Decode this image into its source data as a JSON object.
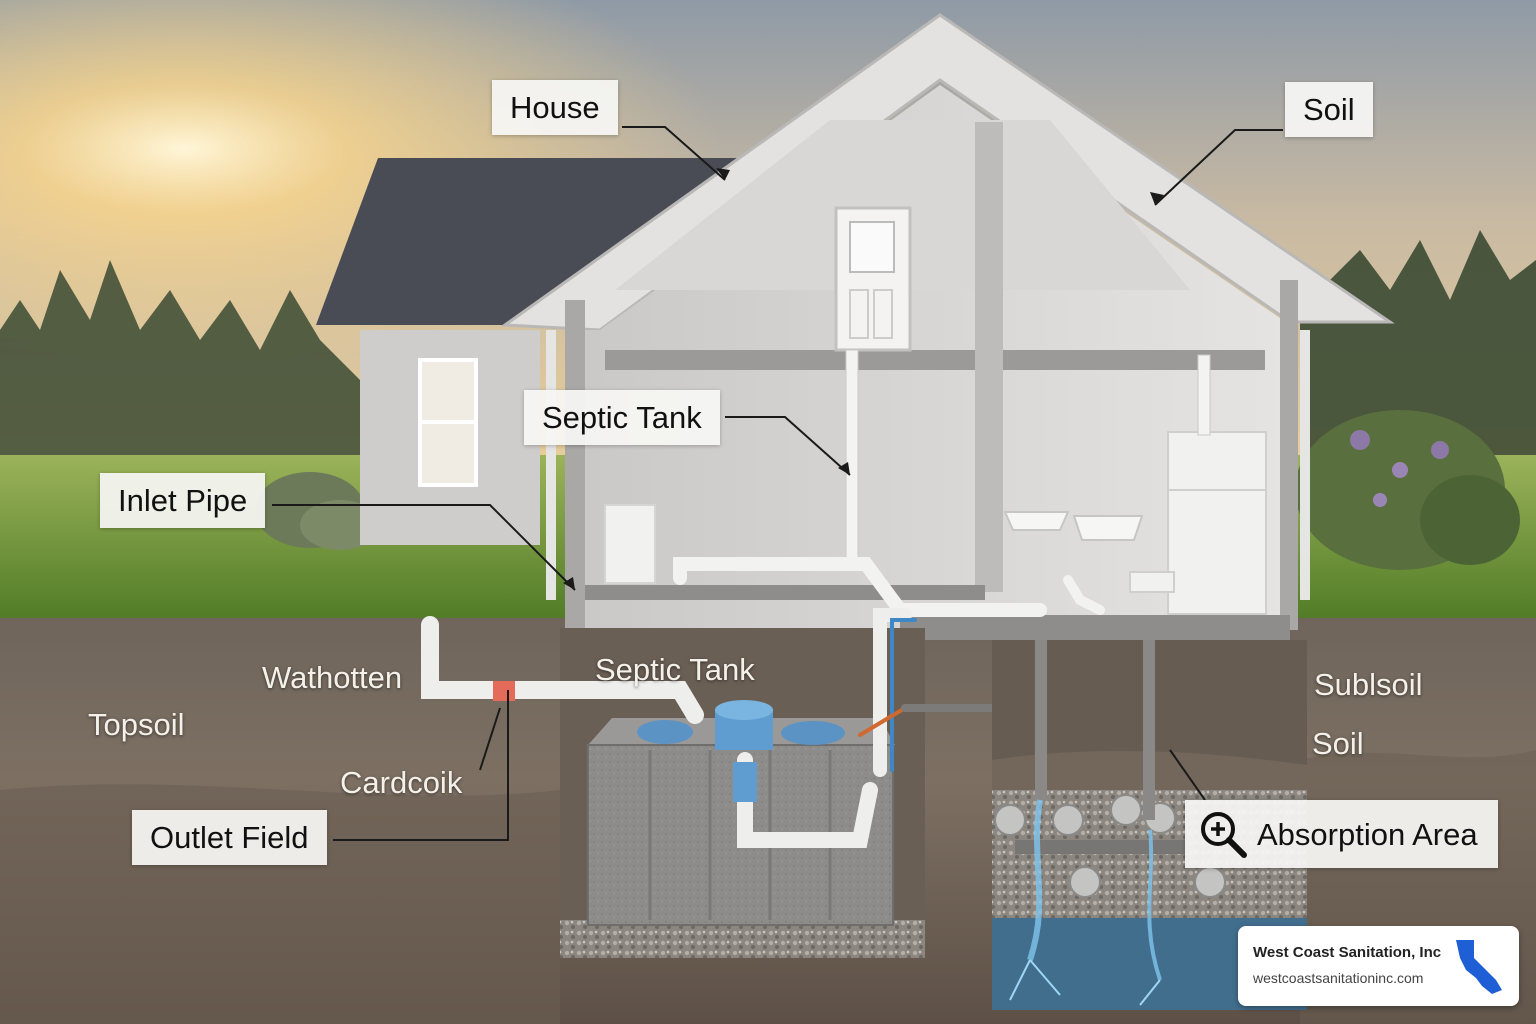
{
  "labels": {
    "house": "House",
    "soil_top": "Soil",
    "septic_tank_upper": "Septic Tank",
    "inlet_pipe": "Inlet Pipe",
    "wathotten": "Wathotten",
    "septic_tank_lower": "Septic Tank",
    "topsoil": "Topsoil",
    "cardcoik": "Cardcoik",
    "outlet_field": "Outlet Field",
    "sublsoil": "Sublsoil",
    "soil_lower": "Soil",
    "absorption_area": "Absorption Area"
  },
  "icons": {
    "absorption": "magnifier-plus-icon",
    "brand": "california-map-icon"
  },
  "brand": {
    "name": "West Coast Sanitation, Inc",
    "url": "westcoastsanitationinc.com"
  },
  "colors": {
    "label_bg": "#f6f6f4",
    "soil_text": "#f4f1ea",
    "brand_blue": "#1f5fd6",
    "water_blue": "#4fa9de",
    "grass": "#5d8a2e"
  }
}
